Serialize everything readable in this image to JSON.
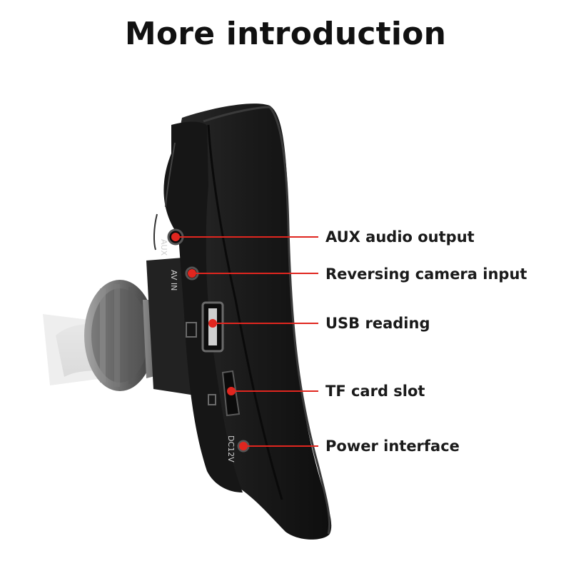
{
  "title": "More introduction",
  "device_markings": {
    "aux": "AUX",
    "av_in": "AV IN",
    "dc": "DC12V"
  },
  "callouts": [
    {
      "id": "aux",
      "label": "AUX audio output"
    },
    {
      "id": "reverse",
      "label": "Reversing camera input"
    },
    {
      "id": "usb",
      "label": "USB reading"
    },
    {
      "id": "tf",
      "label": "TF card slot"
    },
    {
      "id": "power",
      "label": "Power interface"
    }
  ],
  "colors": {
    "accent": "#e0261f",
    "text": "#111111",
    "device": "#1c1c1c"
  }
}
